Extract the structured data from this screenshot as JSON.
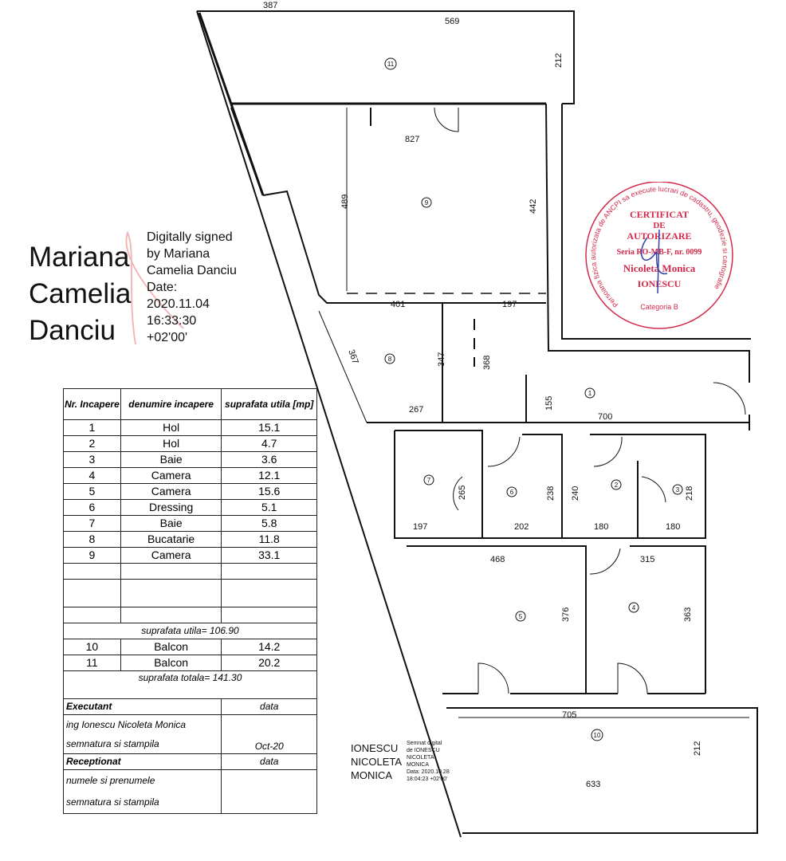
{
  "dimensions": [
    "387",
    "569",
    "212",
    "827",
    "489",
    "442",
    "401",
    "197",
    "367",
    "347",
    "368",
    "155",
    "267",
    "700",
    "265",
    "238",
    "240",
    "218",
    "197",
    "202",
    "180",
    "180",
    "468",
    "315",
    "376",
    "363",
    "705",
    "212",
    "633"
  ],
  "rooms": [
    "1",
    "2",
    "3",
    "4",
    "5",
    "6",
    "7",
    "8",
    "9",
    "10",
    "11"
  ],
  "signature1": {
    "name_lines": [
      "Mariana",
      "Camelia",
      "Danciu"
    ],
    "info_lines": [
      "Digitally signed",
      "by Mariana",
      "Camelia Danciu",
      "Date:",
      "2020.11.04",
      "16:33:30",
      "+02'00'"
    ]
  },
  "signature2": {
    "name_lines": [
      "IONESCU",
      "NICOLETA",
      "MONICA"
    ],
    "info_lines": [
      "Semnat digital",
      "de IONESCU",
      "NICOLETA",
      "MONICA",
      "Data: 2020.10.28",
      "18:04:23 +02'00'"
    ]
  },
  "stamp": {
    "ring_text": "Persoana fizica autorizata de ANCPI sa execute lucrari de cadastru, geodezie si cartografie",
    "lines": [
      "CERTIFICAT",
      "DE",
      "AUTORIZARE",
      "Seria RO-MB-F, nr. 0099",
      "Nicoleta Monica",
      "IONESCU"
    ],
    "bottom": "Categoria B",
    "color": "#d42a4a"
  },
  "table": {
    "headers": [
      "Nr. Incapere",
      "denumire incapere",
      "suprafata utila [mp]"
    ],
    "rows": [
      [
        "1",
        "Hol",
        "15.1"
      ],
      [
        "2",
        "Hol",
        "4.7"
      ],
      [
        "3",
        "Baie",
        "3.6"
      ],
      [
        "4",
        "Camera",
        "12.1"
      ],
      [
        "5",
        "Camera",
        "15.6"
      ],
      [
        "6",
        "Dressing",
        "5.1"
      ],
      [
        "7",
        "Baie",
        "5.8"
      ],
      [
        "8",
        "Bucatarie",
        "11.8"
      ],
      [
        "9",
        "Camera",
        "33.1"
      ]
    ],
    "subtotal": "suprafata utila=  106.90",
    "balcony_rows": [
      [
        "10",
        "Balcon",
        "14.2"
      ],
      [
        "11",
        "Balcon",
        "20.2"
      ]
    ],
    "total": "suprafata totala=  141.30",
    "executant": "Executant",
    "data_label": "data",
    "executant_name": "ing  Ionescu Nicoleta Monica",
    "semnatura": "semnatura si stampila",
    "executant_date": "Oct-20",
    "receptionat": "Receptionat",
    "numele": "numele si prenumele"
  }
}
